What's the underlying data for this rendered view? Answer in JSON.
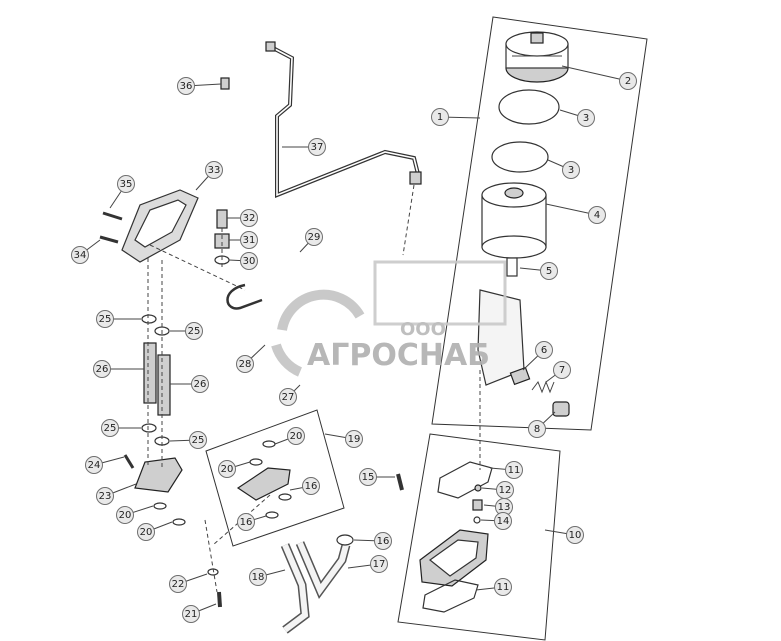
{
  "diagram": {
    "callouts": [
      {
        "id": "c1",
        "label": "1"
      },
      {
        "id": "c2",
        "label": "2"
      },
      {
        "id": "c3a",
        "label": "3"
      },
      {
        "id": "c3b",
        "label": "3"
      },
      {
        "id": "c4",
        "label": "4"
      },
      {
        "id": "c5",
        "label": "5"
      },
      {
        "id": "c6",
        "label": "6"
      },
      {
        "id": "c7",
        "label": "7"
      },
      {
        "id": "c8",
        "label": "8"
      },
      {
        "id": "c10",
        "label": "10"
      },
      {
        "id": "c11a",
        "label": "11"
      },
      {
        "id": "c11b",
        "label": "11"
      },
      {
        "id": "c12",
        "label": "12"
      },
      {
        "id": "c13",
        "label": "13"
      },
      {
        "id": "c14",
        "label": "14"
      },
      {
        "id": "c15",
        "label": "15"
      },
      {
        "id": "c16a",
        "label": "16"
      },
      {
        "id": "c16b",
        "label": "16"
      },
      {
        "id": "c16c",
        "label": "16"
      },
      {
        "id": "c17",
        "label": "17"
      },
      {
        "id": "c18",
        "label": "18"
      },
      {
        "id": "c19",
        "label": "19"
      },
      {
        "id": "c20a",
        "label": "20"
      },
      {
        "id": "c20b",
        "label": "20"
      },
      {
        "id": "c20c",
        "label": "20"
      },
      {
        "id": "c20d",
        "label": "20"
      },
      {
        "id": "c21",
        "label": "21"
      },
      {
        "id": "c22",
        "label": "22"
      },
      {
        "id": "c23",
        "label": "23"
      },
      {
        "id": "c24",
        "label": "24"
      },
      {
        "id": "c25a",
        "label": "25"
      },
      {
        "id": "c25b",
        "label": "25"
      },
      {
        "id": "c25c",
        "label": "25"
      },
      {
        "id": "c25d",
        "label": "25"
      },
      {
        "id": "c26a",
        "label": "26"
      },
      {
        "id": "c26b",
        "label": "26"
      },
      {
        "id": "c27",
        "label": "27"
      },
      {
        "id": "c28",
        "label": "28"
      },
      {
        "id": "c29",
        "label": "29"
      },
      {
        "id": "c30",
        "label": "30"
      },
      {
        "id": "c31",
        "label": "31"
      },
      {
        "id": "c32",
        "label": "32"
      },
      {
        "id": "c33",
        "label": "33"
      },
      {
        "id": "c34",
        "label": "34"
      },
      {
        "id": "c35",
        "label": "35"
      },
      {
        "id": "c36",
        "label": "36"
      },
      {
        "id": "c37",
        "label": "37"
      }
    ]
  },
  "watermark": {
    "company_prefix": "ООО",
    "company_name": "АГРОСНАБ"
  }
}
